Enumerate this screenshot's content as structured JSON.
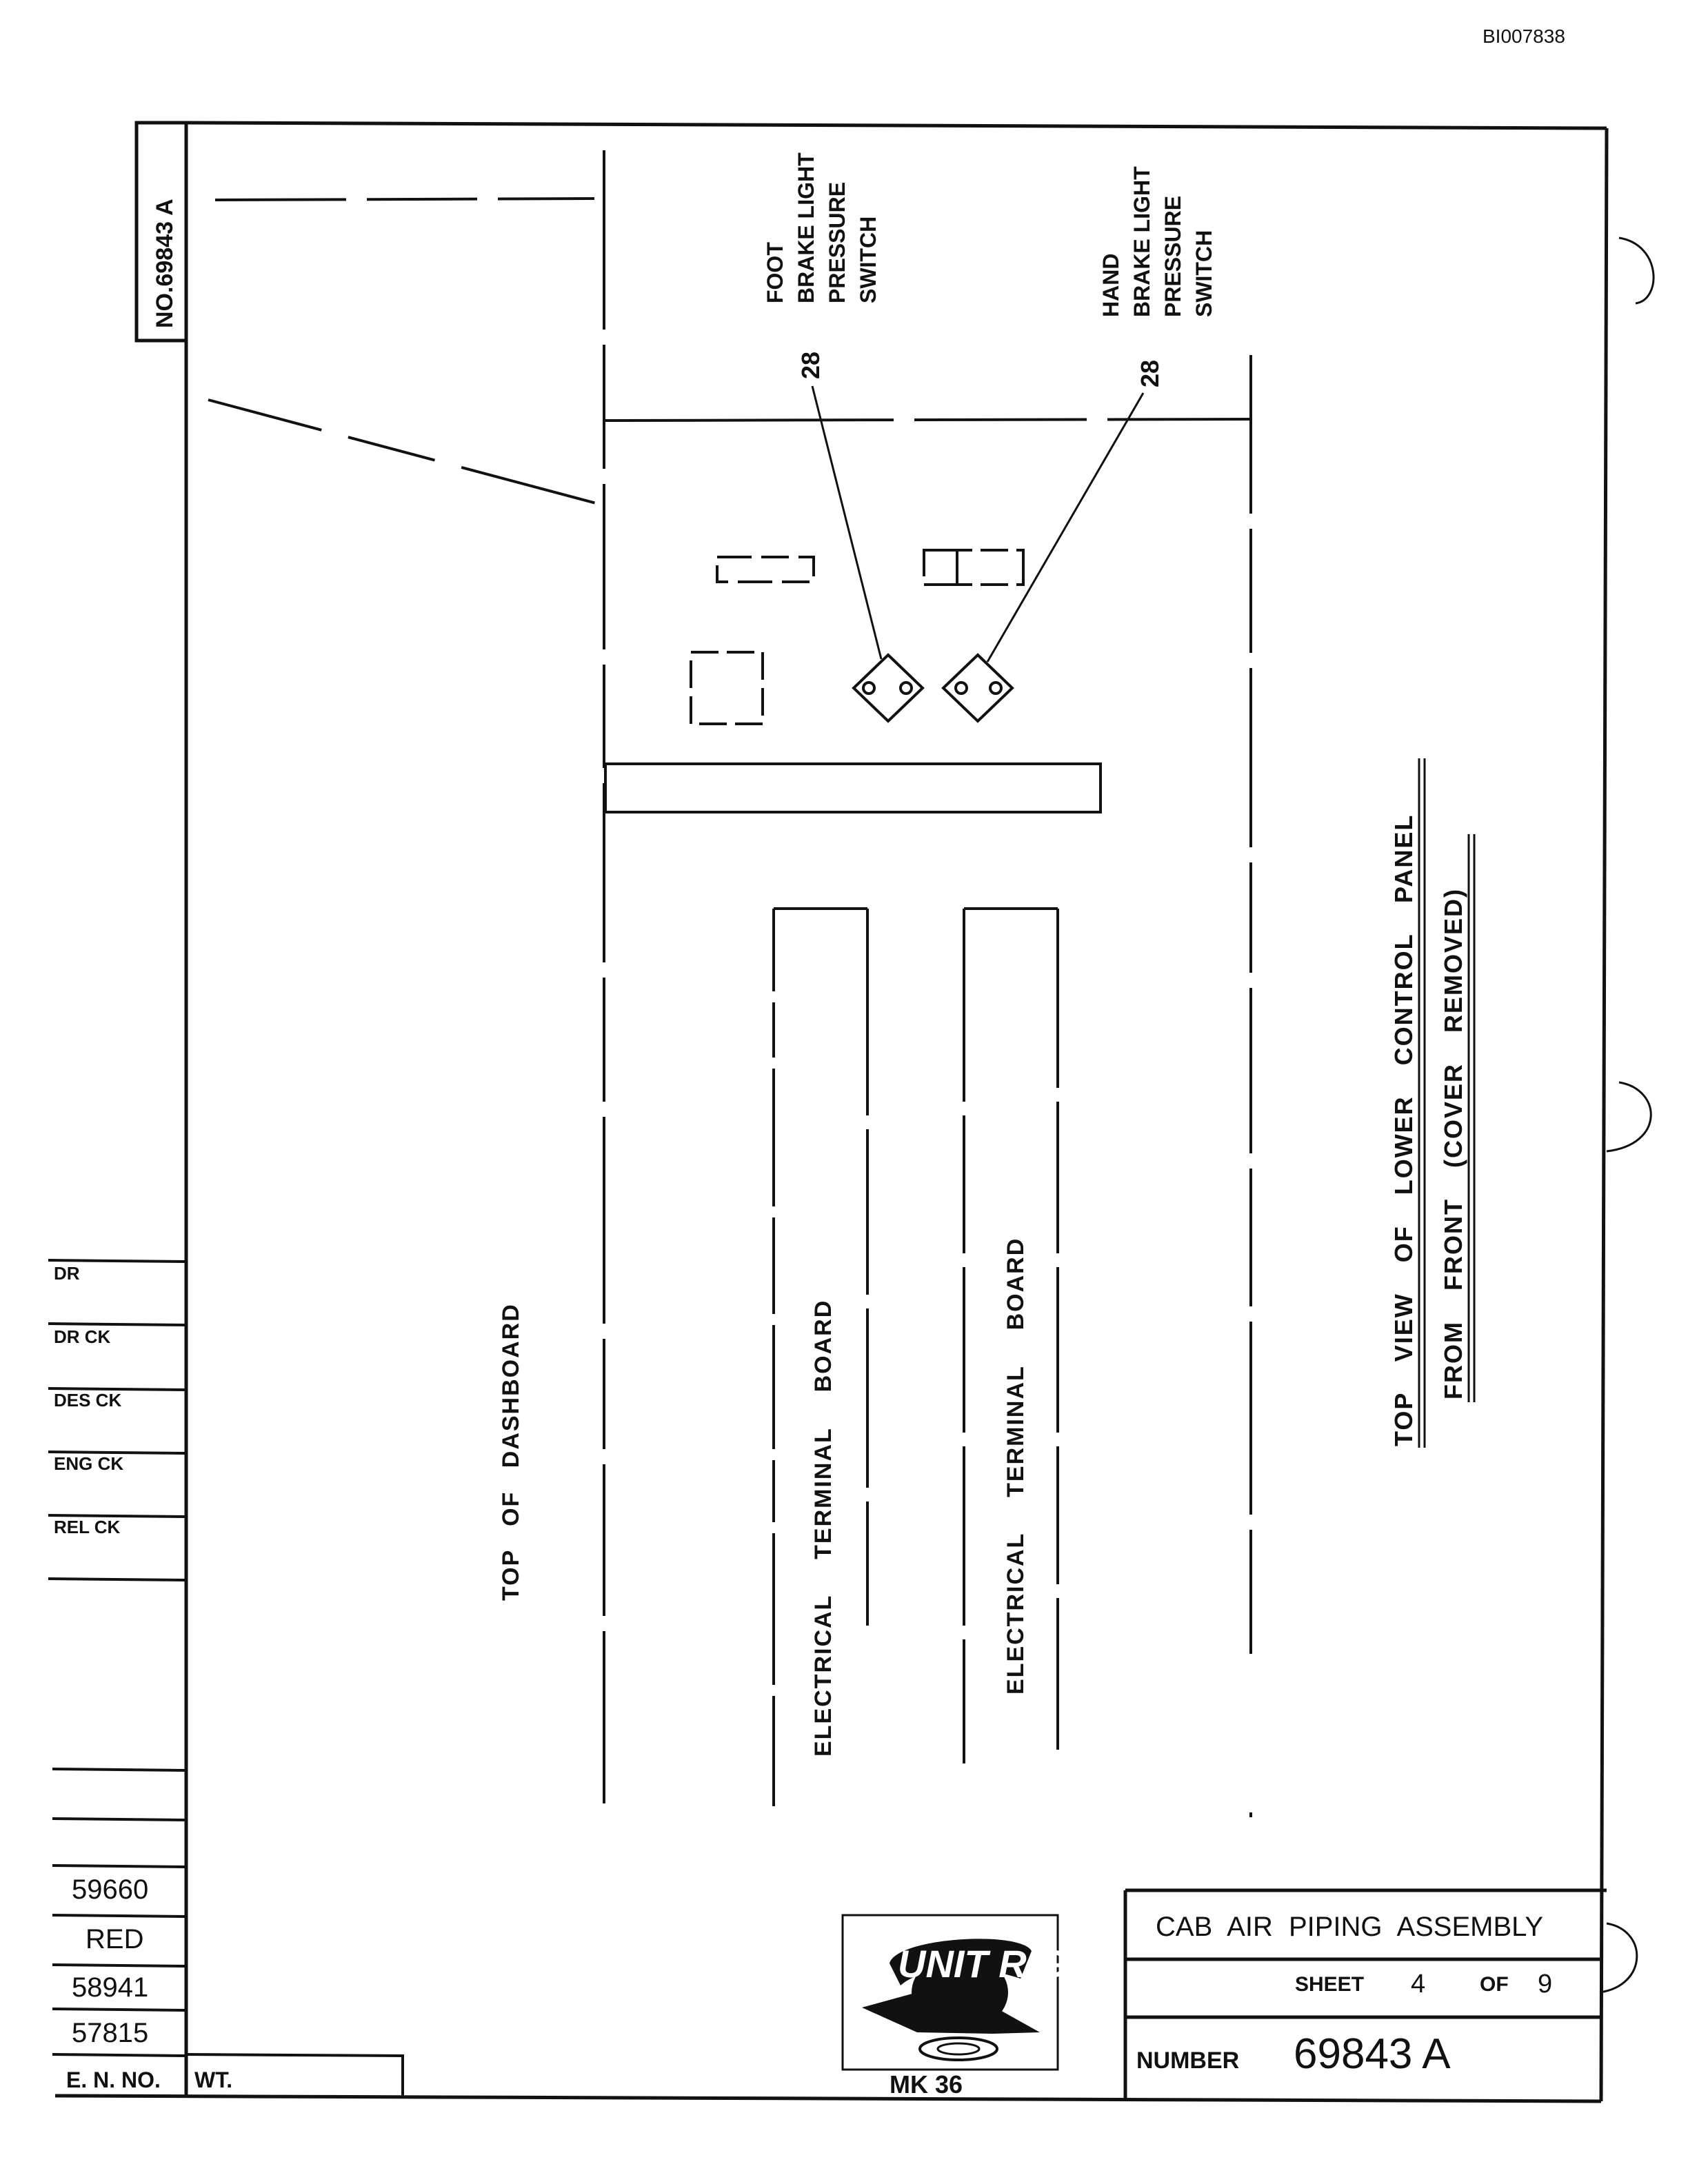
{
  "doc_id": "BI007838",
  "drawing_no_tab": "NO.69843 A",
  "labels": {
    "foot_switch": [
      "FOOT",
      "BRAKE LIGHT",
      "PRESSURE",
      "SWITCH"
    ],
    "hand_switch": [
      "HAND",
      "BRAKE LIGHT",
      "PRESSURE",
      "SWITCH"
    ],
    "callout_foot": "28",
    "callout_hand": "28",
    "dashboard": "TOP OF DASHBOARD",
    "terminal_board_1": "ELECTRICAL TERMINAL BOARD",
    "terminal_board_2": "ELECTRICAL TERMINAL BOARD",
    "view_line1": "TOP VIEW OF LOWER CONTROL PANEL",
    "view_line2": "FROM FRONT (COVER REMOVED)"
  },
  "left_block": {
    "signoffs": [
      "DR",
      "DR CK",
      "DES CK",
      "ENG CK",
      "REL CK"
    ],
    "revisions": [
      "59660",
      "RED",
      "58941",
      "57815"
    ],
    "eno_label": "E. N. NO.",
    "wt_label": "WT."
  },
  "logo": {
    "text": "UNIT RIG",
    "model": "MK 36"
  },
  "title_block": {
    "title": "CAB AIR PIPING ASSEMBLY",
    "sheet_label": "SHEET",
    "sheet_no": "4",
    "of_label": "OF",
    "sheet_total": "9",
    "number_label": "NUMBER",
    "number": "69843 A"
  }
}
